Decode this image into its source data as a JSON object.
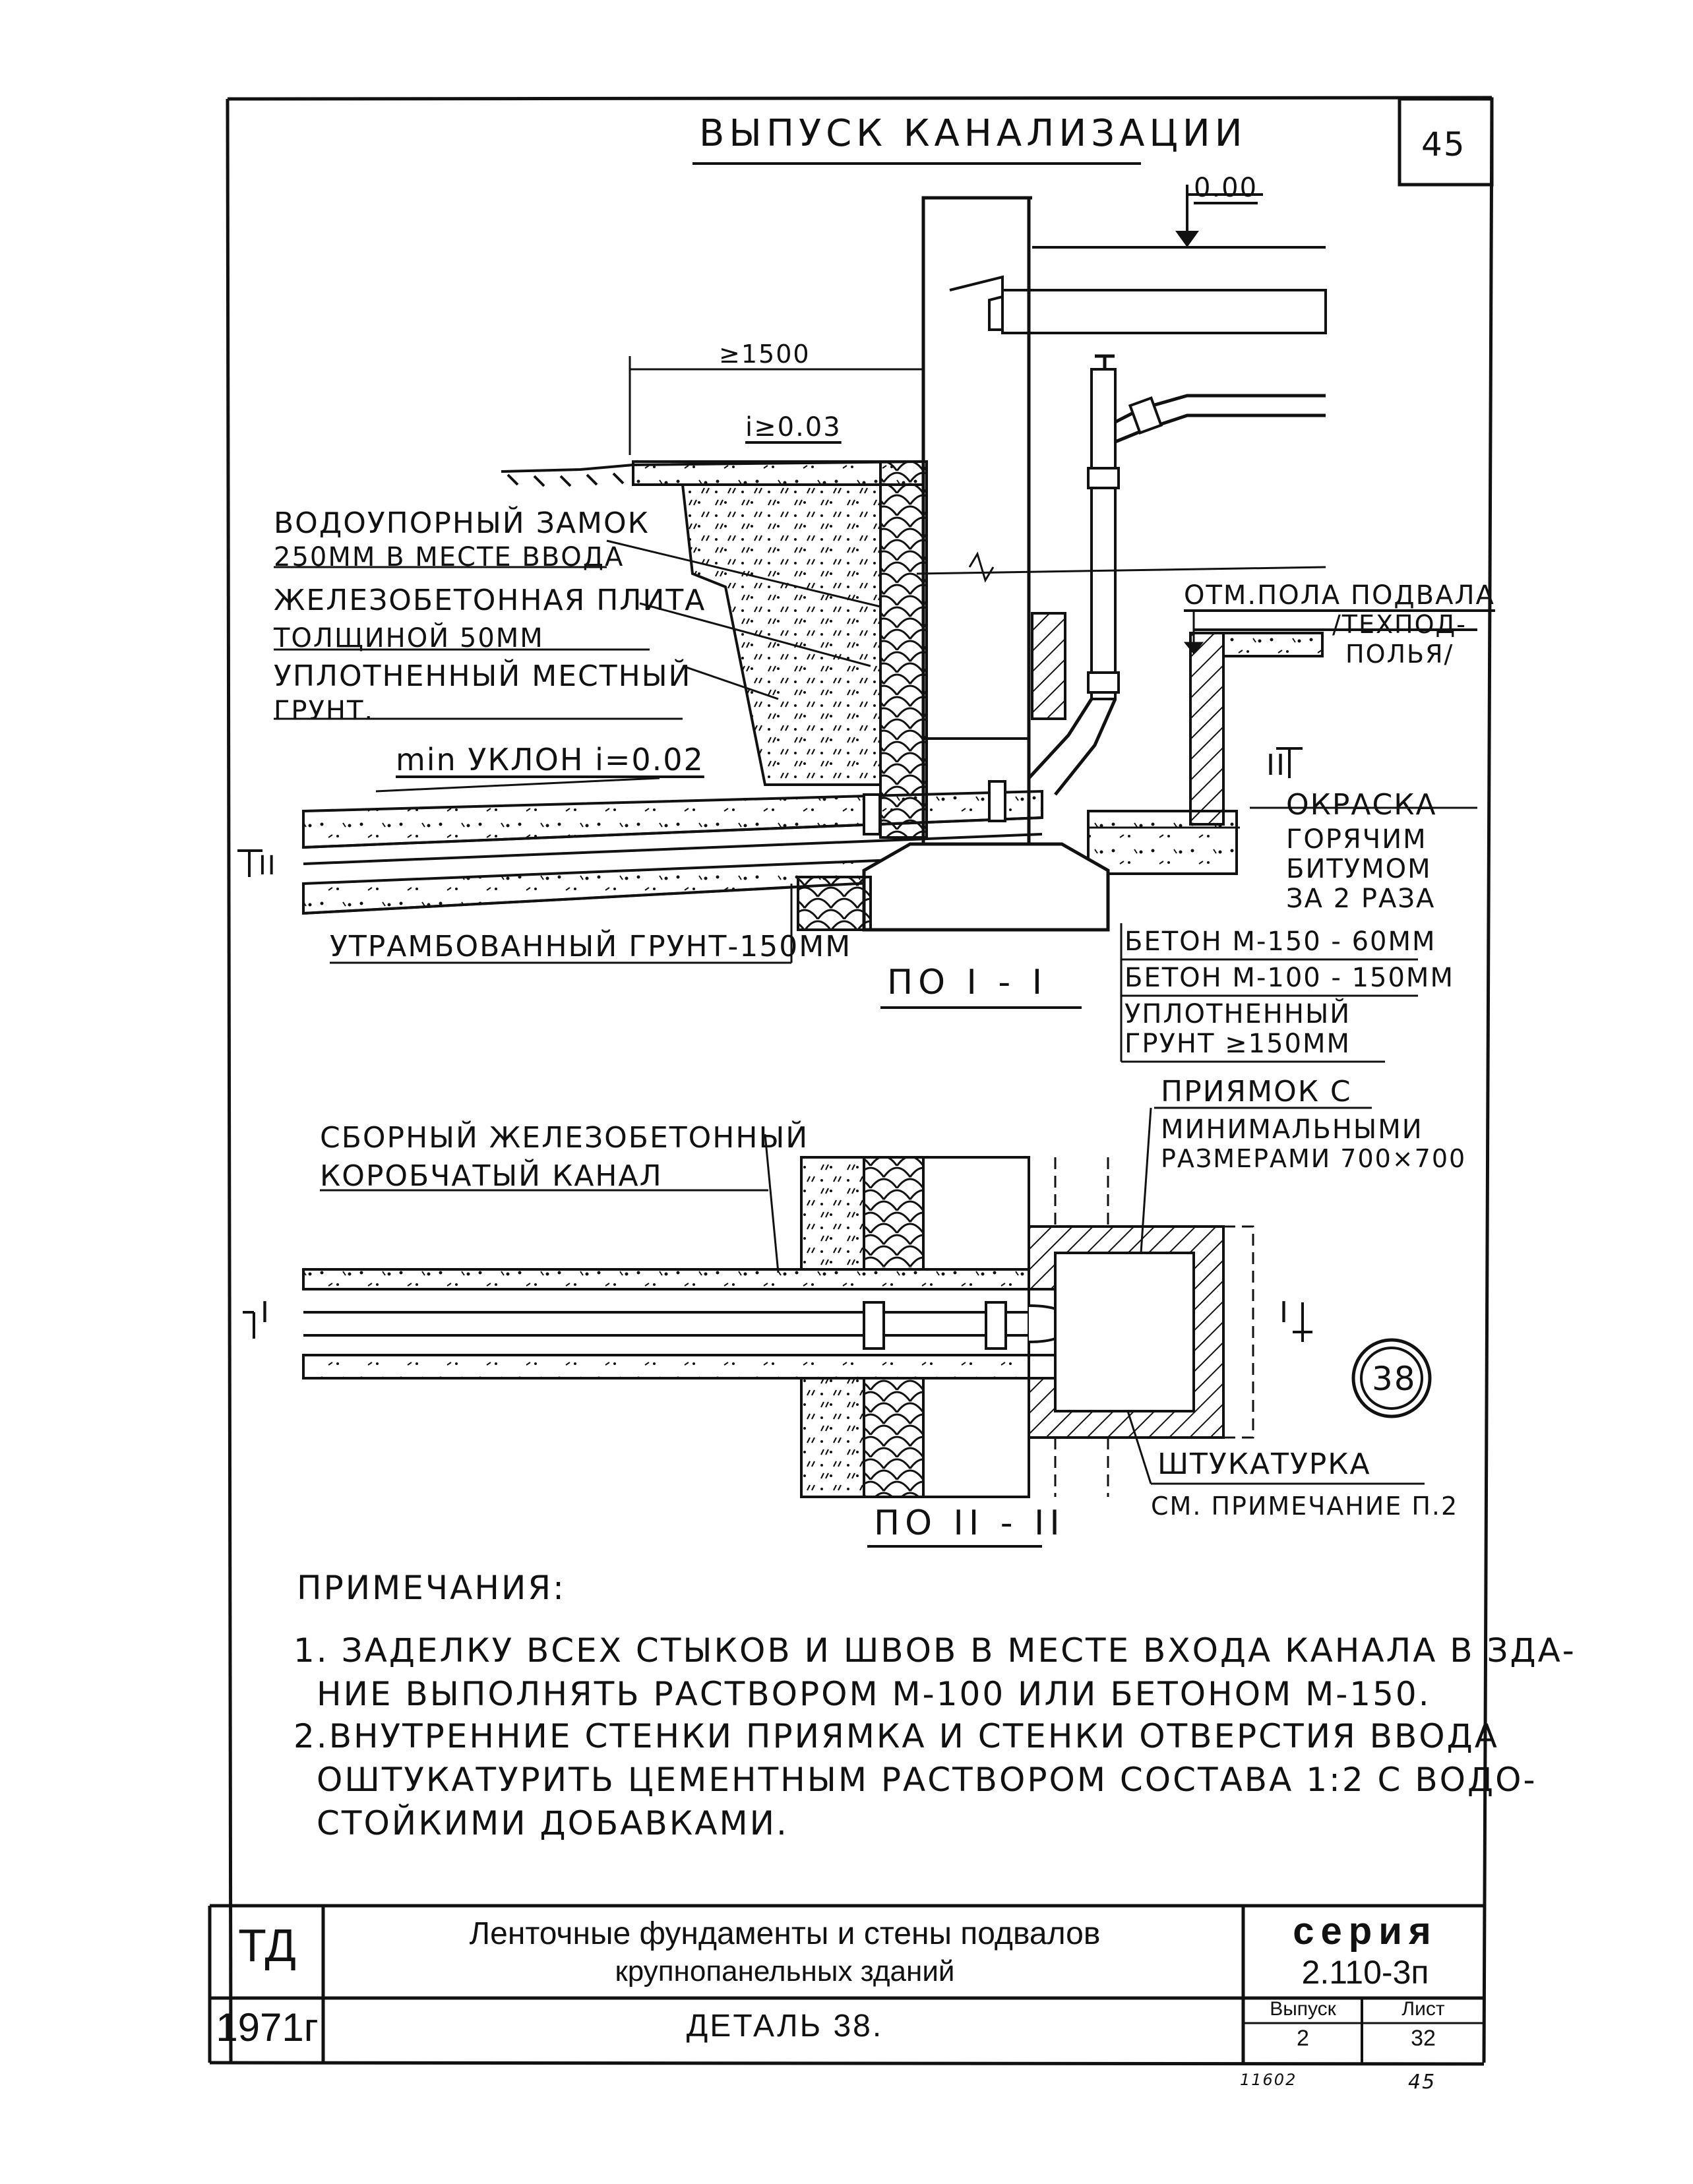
{
  "sheet": {
    "title": "ВЫПУСК КАНАЛИЗАЦИИ",
    "page_number": "45",
    "elevation_zero": "0.00",
    "dim_1500": "≥1500",
    "slope_003": "i≥0.03",
    "min_slope": "min УКЛОН i=0.02"
  },
  "labels": {
    "waterproof_lock_1": "ВОДОУПОРНЫЙ ЗАМОК",
    "waterproof_lock_2": "250ММ В МЕСТЕ ВВОДА",
    "rc_slab_1": "ЖЕЛЕЗОБЕТОННАЯ ПЛИТА",
    "rc_slab_2": "ТОЛЩИНОЙ 50ММ",
    "compacted_soil_1": "УПЛОТНЕННЫЙ МЕСТНЫЙ",
    "compacted_soil_2": "ГРУНТ.",
    "rammed_soil": "УТРАМБОВАННЫЙ ГРУНТ-150ММ",
    "basement_floor_1": "ОТМ.ПОЛА ПОДВАЛА",
    "basement_floor_2": "/ТЕХПОД-",
    "basement_floor_3": "ПОЛЬЯ/",
    "paint_1": "ОКРАСКА",
    "paint_2": "ГОРЯЧИМ",
    "paint_3": "БИТУМОМ",
    "paint_4": "ЗА 2 РАЗА",
    "concrete_150": "БЕТОН М-150 - 60ММ",
    "concrete_100": "БЕТОН М-100 - 150ММ",
    "compacted_1": "УПЛОТНЕННЫЙ",
    "compacted_2": "ГРУНТ ≥150ММ",
    "section_1_1": "ПО I - I",
    "section_2_2": "ПО II - II",
    "mark_I": "I",
    "mark_II": "II",
    "channel_1": "СБОРНЫЙ ЖЕЛЕЗОБЕТОННЫЙ",
    "channel_2": "КОРОБЧАТЫЙ КАНАЛ",
    "pit_1": "ПРИЯМОК С",
    "pit_2": "МИНИМАЛЬНЫМИ",
    "pit_3": "РАЗМЕРАМИ 700×700",
    "plaster_1": "ШТУКАТУРКА",
    "plaster_2": "СМ. ПРИМЕЧАНИЕ П.2",
    "detail_circle": "38"
  },
  "notes": {
    "heading": "ПРИМЕЧАНИЯ:",
    "n1_l1": "1. ЗАДЕЛКУ ВСЕХ СТЫКОВ И ШВОВ В МЕСТЕ ВХОДА КАНАЛА В ЗДА-",
    "n1_l2": "НИЕ ВЫПОЛНЯТЬ РАСТВОРОМ М-100 ИЛИ БЕТОНОМ М-150.",
    "n2_l1": "2.ВНУТРЕННИЕ СТЕНКИ ПРИЯМКА И СТЕНКИ ОТВЕРСТИЯ ВВОДА",
    "n2_l2": "ОШТУКАТУРИТЬ ЦЕМЕНТНЫМ РАСТВОРОМ СОСТАВА 1:2 С ВОДО-",
    "n2_l3": "СТОЙКИМИ ДОБАВКАМИ."
  },
  "title_block": {
    "org": "ТД",
    "year": "1971г",
    "name_1": "Ленточные фундаменты и стены подвалов",
    "name_2": "крупнопанельных зданий",
    "detail": "ДЕТАЛЬ 38.",
    "series_label": "серия",
    "series_value": "2.110-3п",
    "issue_label": "Выпуск",
    "issue_value": "2",
    "sheet_label": "Лист",
    "sheet_value": "32"
  },
  "footer": {
    "code": "11602",
    "page": "45"
  }
}
